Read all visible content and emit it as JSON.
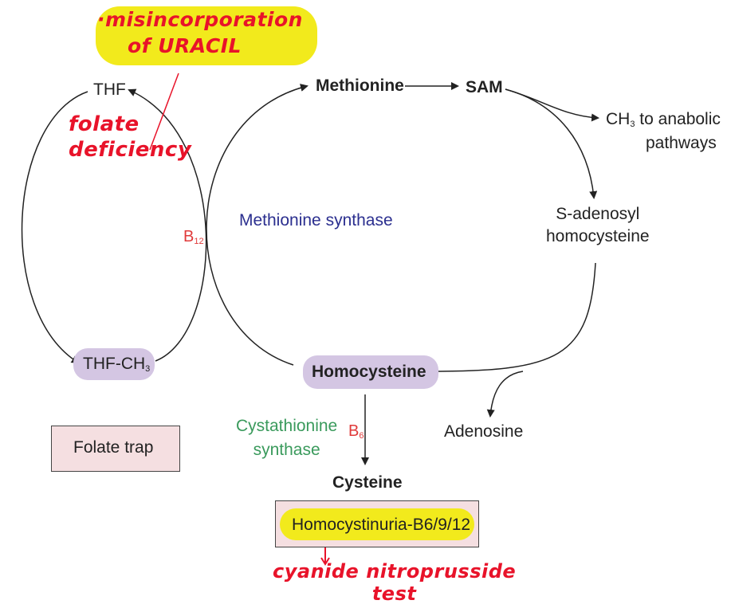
{
  "nodes": {
    "thf": "THF",
    "thf_ch3": "THF-CH",
    "thf_ch3_sub": "3",
    "methionine": "Methionine",
    "sam": "SAM",
    "ch3_prefix": "CH",
    "ch3_sub": "3",
    "ch3_rest": " to anabolic",
    "pathways": "pathways",
    "sah_line1": "S-adenosyl",
    "sah_line2": "homocysteine",
    "homocysteine": "Homocysteine",
    "adenosine": "Adenosine",
    "cysteine": "Cysteine"
  },
  "enzymes": {
    "methionine_synthase": "Methionine synthase",
    "cystathionine_line1": "Cystathionine",
    "cystathionine_line2": "synthase"
  },
  "cofactors": {
    "b12_letter": "B",
    "b12_sub": "12",
    "b6_letter": "B",
    "b6_sub": "6"
  },
  "boxes": {
    "folate_trap": "Folate trap",
    "homocystinuria": "Homocystinuria-B6/9/12"
  },
  "annotations": {
    "misincorporation_line1": "·misincorporation",
    "misincorporation_line2": "of URACIL",
    "folate_line1": "folate",
    "folate_line2": "deficiency",
    "cyanide_line1": "cyanide nitroprusside",
    "cyanide_line2": "test"
  },
  "colors": {
    "enzyme_blue": "#2b2f8f",
    "enzyme_green": "#3a9a5c",
    "cofactor_red": "#e03a3a",
    "annotation_red": "#e8132a",
    "highlight_yellow": "#f2ea1c",
    "pill_purple": "#d4c6e3",
    "box_pink": "#f5dfe1"
  }
}
